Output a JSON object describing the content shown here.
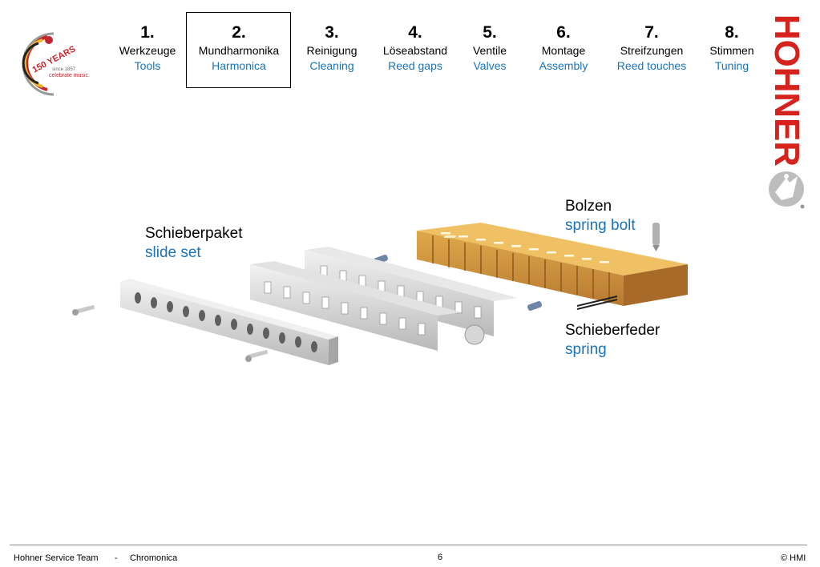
{
  "nav": {
    "steps": [
      {
        "num": "1.",
        "de": "Werkzeuge",
        "en": "Tools"
      },
      {
        "num": "2.",
        "de": "Mundharmonika",
        "en": "Harmonica"
      },
      {
        "num": "3.",
        "de": "Reinigung",
        "en": "Cleaning"
      },
      {
        "num": "4.",
        "de": "Löseabstand",
        "en": "Reed gaps"
      },
      {
        "num": "5.",
        "de": "Ventile",
        "en": "Valves"
      },
      {
        "num": "6.",
        "de": "Montage",
        "en": "Assembly"
      },
      {
        "num": "7.",
        "de": "Streifzungen",
        "en": "Reed touches"
      },
      {
        "num": "8.",
        "de": "Stimmen",
        "en": "Tuning"
      }
    ],
    "active_step": "2."
  },
  "jubilee_logo": {
    "years": "150 YEARS",
    "since": "since 1857",
    "slogan": "celebrate music."
  },
  "brand_logo": {
    "wordmark": "HOHNER",
    "icon": "hohner-emblem-icon"
  },
  "labels": {
    "slide_set": {
      "de": "Schieberpaket",
      "en": "slide set"
    },
    "spring_bolt": {
      "de": "Bolzen",
      "en": "spring bolt"
    },
    "spring": {
      "de": "Schieberfeder",
      "en": "spring"
    }
  },
  "footer": {
    "team": "Hohner Service Team",
    "separator": "-",
    "product": "Chromonica",
    "page": "6",
    "copyright": "© HMI"
  },
  "colors": {
    "accent_blue": "#1a73b8",
    "brand_red": "#d6221d",
    "comb_wood": "#c98a3a"
  }
}
